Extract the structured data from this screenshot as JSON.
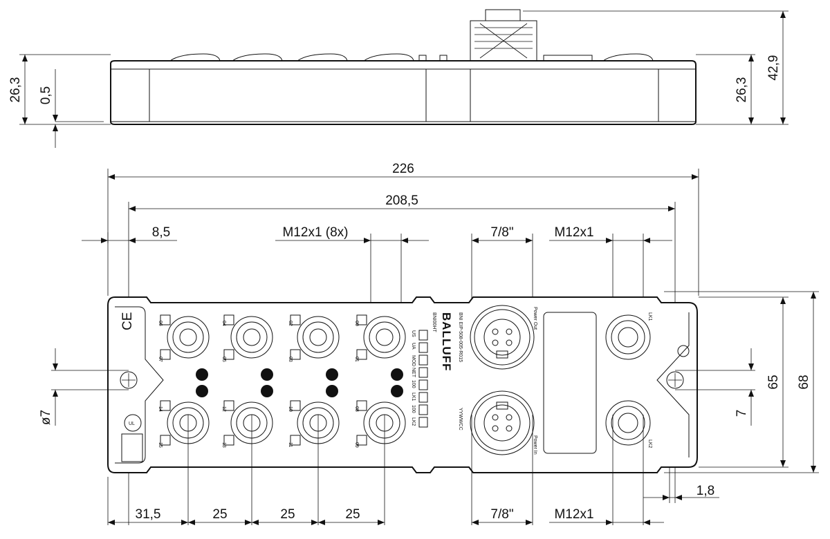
{
  "dimensions": {
    "side_view": {
      "height_left": "26,3",
      "gap": "0,5",
      "height_right": "26,3",
      "total_height": "42,9"
    },
    "top_view": {
      "overall_length": "226",
      "hole_spacing": "208,5",
      "edge_offset": "8,5",
      "m12_ports_label": "M12x1 (8x)",
      "power_connector_label": "7/8\"",
      "m12_link_label": "M12x1",
      "hole_diameter": "ø7",
      "hole_offset": "7",
      "width_inner": "65",
      "width_outer": "68",
      "flange_thickness": "1,8",
      "bottom_first": "31,5",
      "bottom_pitch_1": "25",
      "bottom_pitch_2": "25",
      "bottom_pitch_3": "25",
      "bottom_power": "7/8\"",
      "bottom_m12": "M12x1"
    }
  },
  "module": {
    "brand": "BALLUFF",
    "model": "BNI00HT",
    "part_number": "BNI EIP-508-005-R015",
    "date_code": "YYWWCC",
    "port_labels_top": [
      "06",
      "04",
      "02",
      "00"
    ],
    "port_labels_top_lower": [
      "07",
      "05",
      "03",
      "01"
    ],
    "port_labels_bottom": [
      "14",
      "12",
      "10",
      "08"
    ],
    "port_labels_bottom_lower": [
      "15",
      "13",
      "11",
      "09"
    ],
    "led_labels": [
      "US",
      "UA",
      "MOD",
      "NET",
      "100",
      "LK1",
      "100",
      "LK2"
    ],
    "power_out_label": "Power Out",
    "power_in_label": "Power In",
    "link_labels": [
      "LK1",
      "LK2"
    ]
  }
}
